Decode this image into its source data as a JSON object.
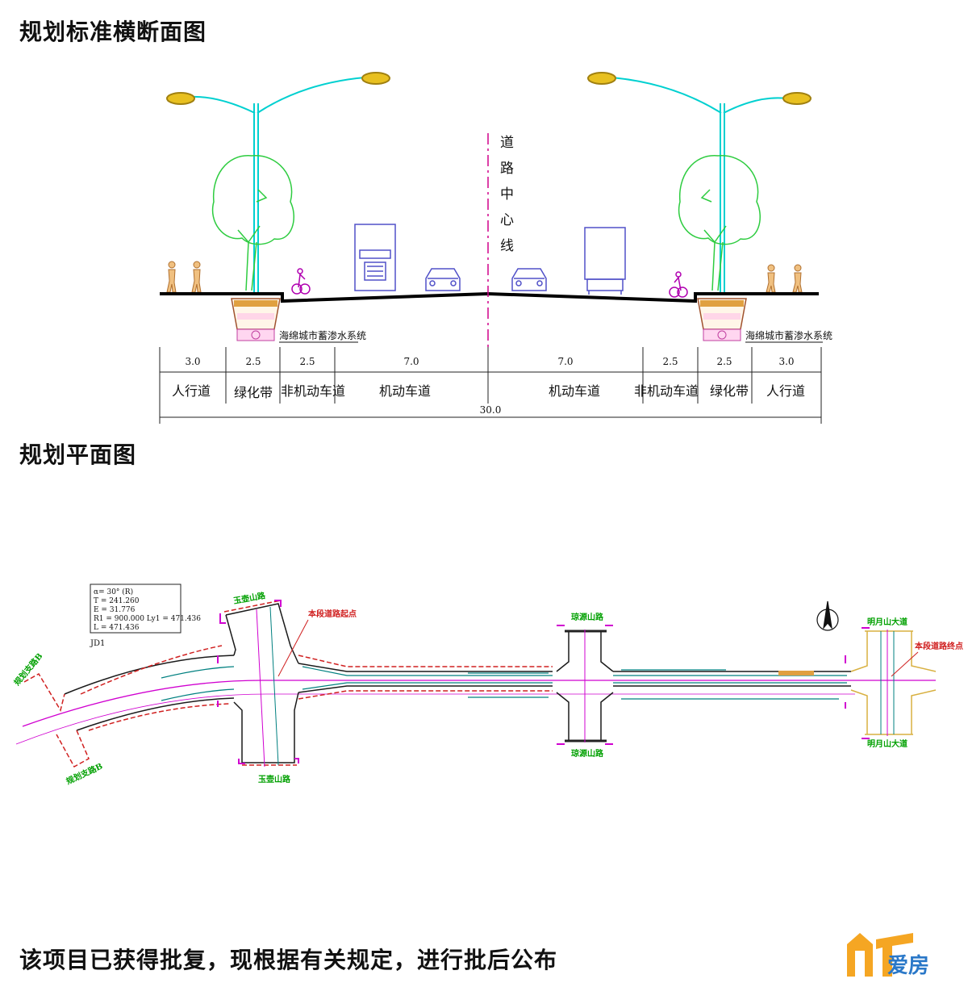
{
  "section_title": "规划标准横断面图",
  "plan_title": "规划平面图",
  "footer_note": "该项目已获得批复，现根据有关规定，进行批后公布",
  "logo_text": "爱房",
  "center_line_label": [
    "道",
    "路",
    "中",
    "心",
    "线"
  ],
  "sponge_label_left": "海绵城市蓄渗水系统",
  "sponge_label_right": "海绵城市蓄渗水系统",
  "widths": [
    "3.0",
    "2.5",
    "2.5",
    "7.0",
    "7.0",
    "2.5",
    "2.5",
    "3.0"
  ],
  "total_width": "30.0",
  "lanes": [
    "人行道",
    "绿化带",
    "非机动车道",
    "机动车道",
    "机动车道",
    "非机动车道",
    "绿化带",
    "人行道"
  ],
  "curve_table": {
    "lines": [
      "α= 30° (R)",
      "T = 241.260",
      "E = 31.776",
      "R1 = 900.000   Ly1 = 471.436",
      "L = 471.436"
    ],
    "label": "JD1"
  },
  "plan_labels": {
    "road_yuhu_top": "玉壶山路",
    "road_yuhu_bottom": "玉壶山路",
    "road_qiong_top": "琼源山路",
    "road_qiong_bottom": "琼源山路",
    "road_mingyue_top": "明月山大道",
    "road_mingyue_bottom": "明月山大道",
    "branch_top": "规划支路B",
    "branch_bottom": "规划支路B",
    "start_point": "本段道路起点",
    "end_point": "本段道路终点"
  },
  "colors": {
    "tree": "#2ecc40",
    "lamp": "#00d0d0",
    "lamp_head": "#e8c020",
    "vehicle": "#5050c8",
    "bike": "#b000b0",
    "centerline": "#d0008a",
    "road": "#000000",
    "plan_boundary": "#d02020",
    "plan_center": "#d000d0",
    "plan_label": "#00a000"
  }
}
